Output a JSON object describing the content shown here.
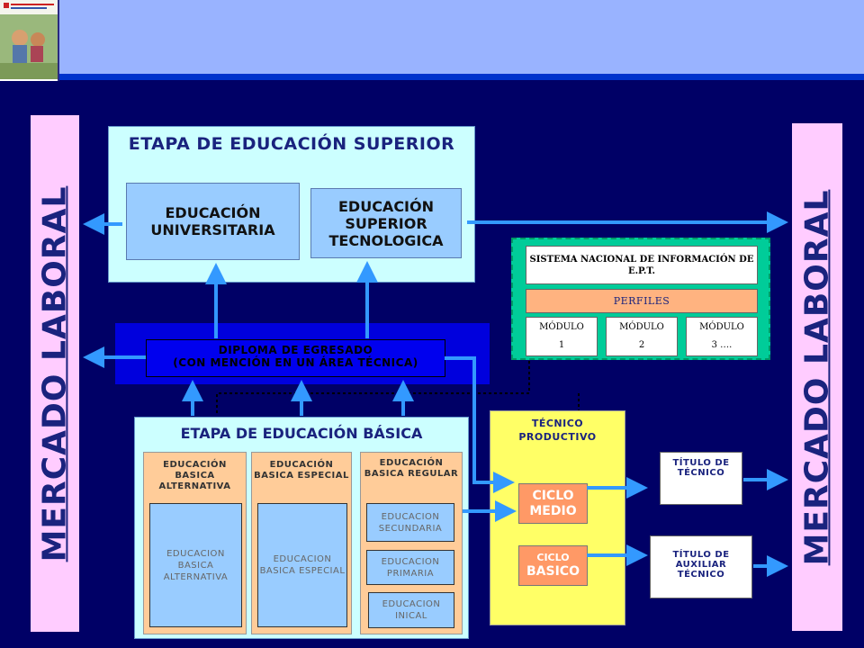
{
  "mercado": {
    "left": "MERCADO LABORAL",
    "right": "MERCADO LABORAL"
  },
  "superior": {
    "title": "ETAPA DE EDUCACIÓN SUPERIOR",
    "universitaria": "EDUCACIÓN UNIVERSITARIA",
    "tecnologica": "EDUCACIÓN SUPERIOR TECNOLOGICA"
  },
  "diploma": {
    "line1": "DIPLOMA DE EGRESADO",
    "line2": "(CON MENCIÓN EN UN ÁREA TÉCNICA)"
  },
  "sistema": {
    "title": "SISTEMA NACIONAL DE INFORMACIÓN DE E.P.T.",
    "perfiles": "PERFILES",
    "modulos": [
      {
        "label": "MÓDULO",
        "num": "1"
      },
      {
        "label": "MÓDULO",
        "num": "2"
      },
      {
        "label": "MÓDULO",
        "num": "3 …."
      }
    ]
  },
  "basica": {
    "title": "ETAPA DE EDUCACIÓN BÁSICA",
    "alternativa": {
      "title": "EDUCACIÓN BASICA ALTERNATIVA",
      "inner": "EDUCACION BASICA ALTERNATIVA"
    },
    "especial": {
      "title": "EDUCACIÓN BASICA ESPECIAL",
      "inner": "EDUCACION BASICA ESPECIAL"
    },
    "regular": {
      "title": "EDUCACIÓN BASICA REGULAR",
      "secundaria": "EDUCACION SECUNDARIA",
      "primaria": "EDUCACION PRIMARIA",
      "inicial": "EDUCACION INICAL"
    }
  },
  "tecnico": {
    "title_line1": "TÉCNICO",
    "title_line2": "PRODUCTIVO",
    "ciclo_medio": "CICLO MEDIO",
    "ciclo_basico_1": "CICLO",
    "ciclo_basico_2": "BASICO"
  },
  "titulos": {
    "tecnico": "TÍTULO DE TÉCNICO",
    "auxiliar": "TÍTULO DE AUXILIAR TÉCNICO"
  },
  "colors": {
    "arrow": "#3399ff",
    "background": "#000066",
    "mercado": "#ffccff"
  }
}
